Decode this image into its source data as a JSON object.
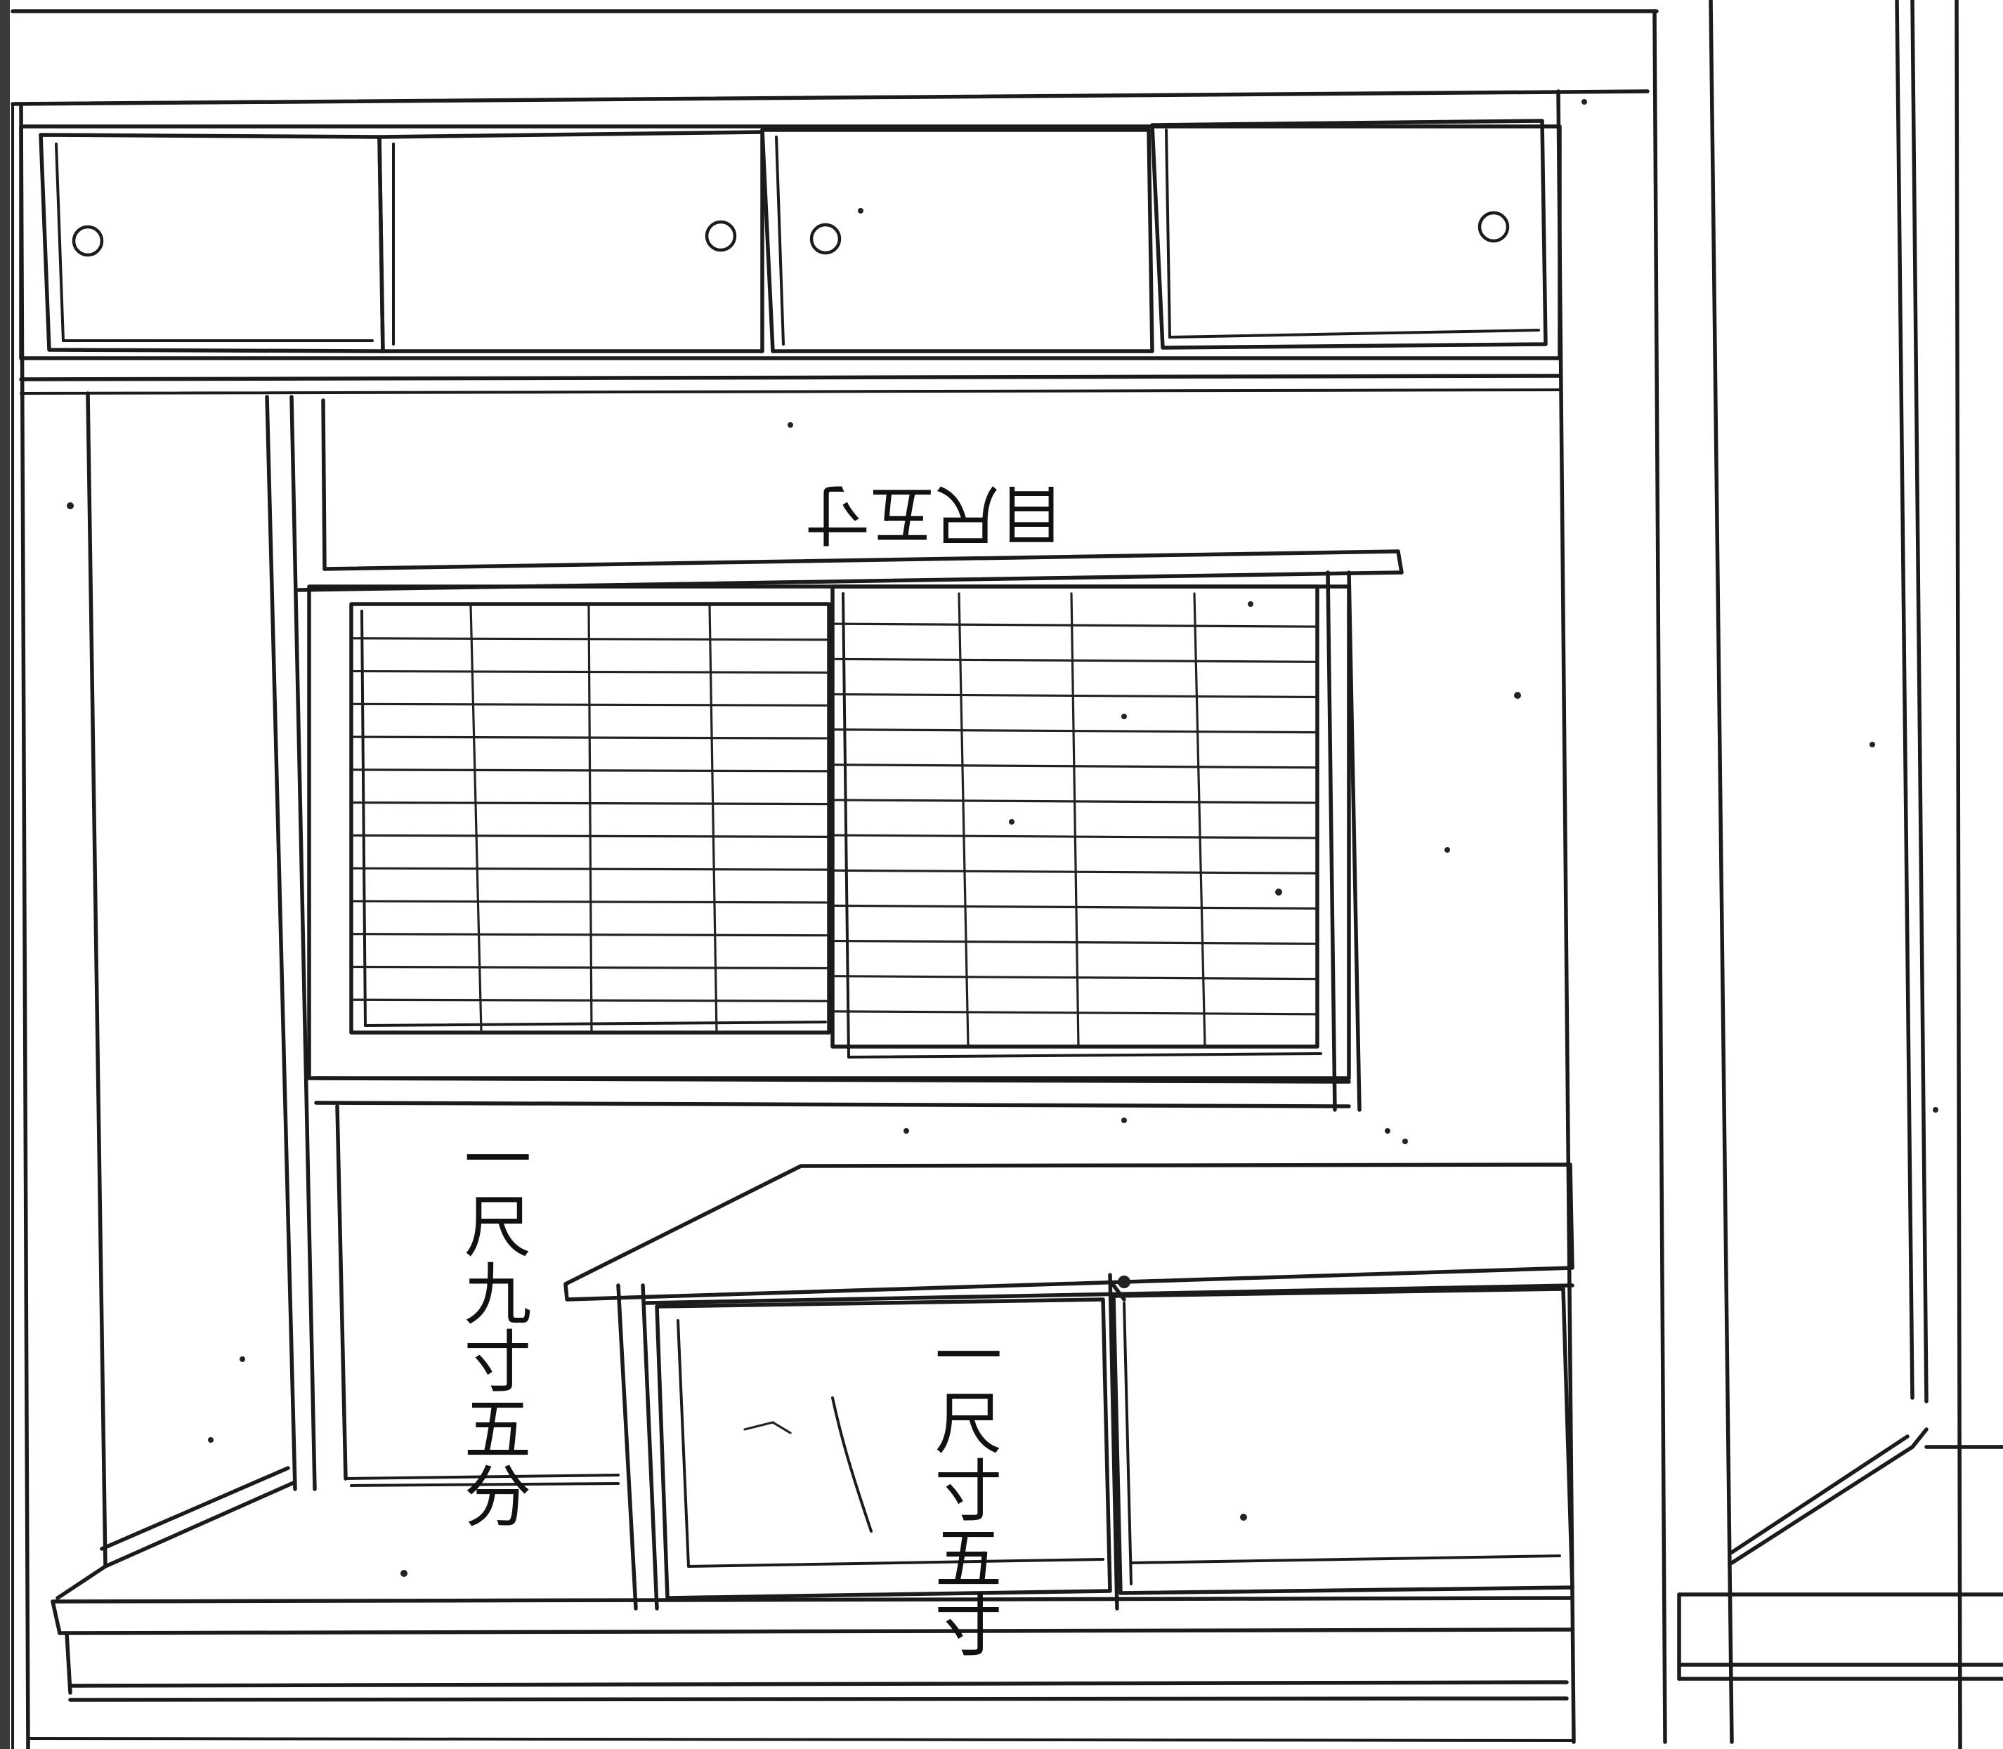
{
  "drawing": {
    "upper_cupboard": {
      "door_count": 4,
      "handle_count": 4
    },
    "shoji_window": {
      "panel_count": 2,
      "horizontal_bars": 12,
      "vertical_bars_per_panel": 3,
      "label": "目尺五寸"
    },
    "wall_dimension": {
      "label": "一尺九寸五分"
    },
    "lower_cabinet": {
      "door_count": 2,
      "label": "一尺寸五寸"
    }
  }
}
